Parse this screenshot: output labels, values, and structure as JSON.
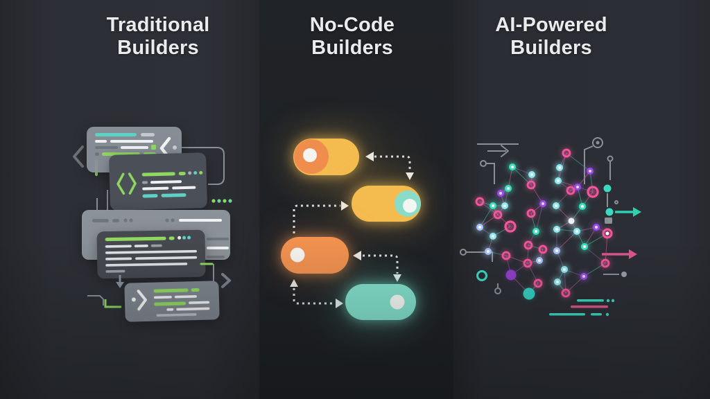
{
  "columns": [
    {
      "id": "traditional",
      "title_line1": "Traditional",
      "title_line2": "Builders"
    },
    {
      "id": "no-code",
      "title_line1": "No-Code",
      "title_line2": "Builders"
    },
    {
      "id": "ai-powered",
      "title_line1": "AI-Powered",
      "title_line2": "Builders"
    }
  ],
  "palette": {
    "title_text": "#e9ebed",
    "panel_left_bg": "#2c2f35",
    "panel_mid_bg": "#1f2226",
    "panel_right_bg": "#2a2d33",
    "code_teal": "#5fd0c5",
    "code_green": "#8fd75f",
    "code_white": "#eef0f2",
    "code_gray": "#b9bec4",
    "card_light": "#8e959d",
    "card_dark": "#4b5058",
    "card_darker": "#45494f",
    "card_medium": "#7e848c",
    "toggle_yellow": "#f4bb4f",
    "toggle_orange_circle": "#ef8d4d",
    "toggle_orange": "#f0914f",
    "toggle_teal": "#82dfca",
    "knob_white": "#f7f4ef",
    "arrow_dash": "#d9dbdd",
    "node_pink": "#f2569c",
    "node_purple": "#9b4fe0",
    "node_cyan": "#8fe8f0",
    "node_teal": "#3fe0c0",
    "node_blue": "#a8c4f8",
    "edge_purple": "#7a5596",
    "edge_pink": "#b85587",
    "edge_teal": "#4a9a94",
    "accent_teal_arrow": "#2fd0ae",
    "accent_pink_arrow": "#e0558c",
    "circuit_gray": "#8b9097"
  },
  "brain": {
    "left_nodes": [
      [
        739,
        241,
        "t"
      ],
      [
        767,
        252,
        "c"
      ],
      [
        766,
        267,
        "p"
      ],
      [
        733,
        272,
        "t"
      ],
      [
        722,
        279,
        "u"
      ],
      [
        692,
        291,
        "p"
      ],
      [
        711,
        297,
        "t"
      ],
      [
        728,
        297,
        "c"
      ],
      [
        766,
        308,
        "p"
      ],
      [
        783,
        294,
        "u"
      ],
      [
        718,
        310,
        "p"
      ],
      [
        736,
        327,
        "P"
      ],
      [
        692,
        328,
        "b"
      ],
      [
        773,
        334,
        "t"
      ],
      [
        711,
        341,
        "c"
      ],
      [
        762,
        354,
        "p"
      ],
      [
        783,
        360,
        "p"
      ],
      [
        704,
        363,
        "b"
      ],
      [
        730,
        369,
        "p"
      ],
      [
        778,
        376,
        "b"
      ],
      [
        761,
        380,
        "p"
      ],
      [
        737,
        397,
        "U"
      ],
      [
        776,
        409,
        "p"
      ],
      [
        763,
        424,
        "T"
      ]
    ],
    "right_nodes": [
      [
        817,
        221,
        "p"
      ],
      [
        807,
        242,
        "c"
      ],
      [
        851,
        247,
        "u"
      ],
      [
        805,
        261,
        "c"
      ],
      [
        823,
        275,
        "p"
      ],
      [
        855,
        277,
        "P"
      ],
      [
        833,
        270,
        "u"
      ],
      [
        802,
        297,
        "c"
      ],
      [
        840,
        298,
        "t"
      ],
      [
        824,
        319,
        "w"
      ],
      [
        832,
        334,
        "c"
      ],
      [
        860,
        328,
        "u"
      ],
      [
        803,
        331,
        "c"
      ],
      [
        843,
        356,
        "t"
      ],
      [
        876,
        337,
        "g"
      ],
      [
        803,
        362,
        "b"
      ],
      [
        814,
        389,
        "c"
      ],
      [
        842,
        399,
        "u"
      ],
      [
        873,
        380,
        "p"
      ],
      [
        816,
        423,
        "p"
      ],
      [
        804,
        407,
        "c"
      ]
    ]
  }
}
